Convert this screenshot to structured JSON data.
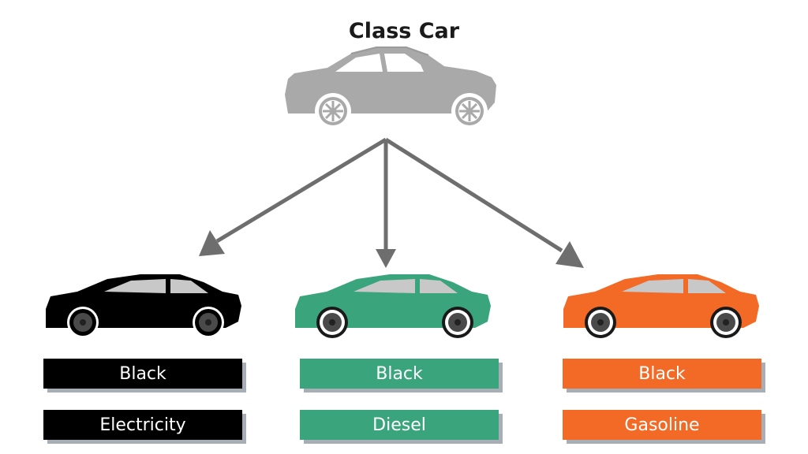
{
  "title": "Class Car",
  "colors": {
    "class_car": "#a9a9a9",
    "arrow": "#6e6e6e",
    "window": "#c8c8c8",
    "box_shadow": "#a7aeb6",
    "label_text": "#ffffff"
  },
  "objects": [
    {
      "color": "#000000",
      "color_label": "Black",
      "fuel_label": "Electricity"
    },
    {
      "color": "#3aa57c",
      "color_label": "Black",
      "fuel_label": "Diesel"
    },
    {
      "color": "#f26a25",
      "color_label": "Black",
      "fuel_label": "Gasoline"
    }
  ]
}
